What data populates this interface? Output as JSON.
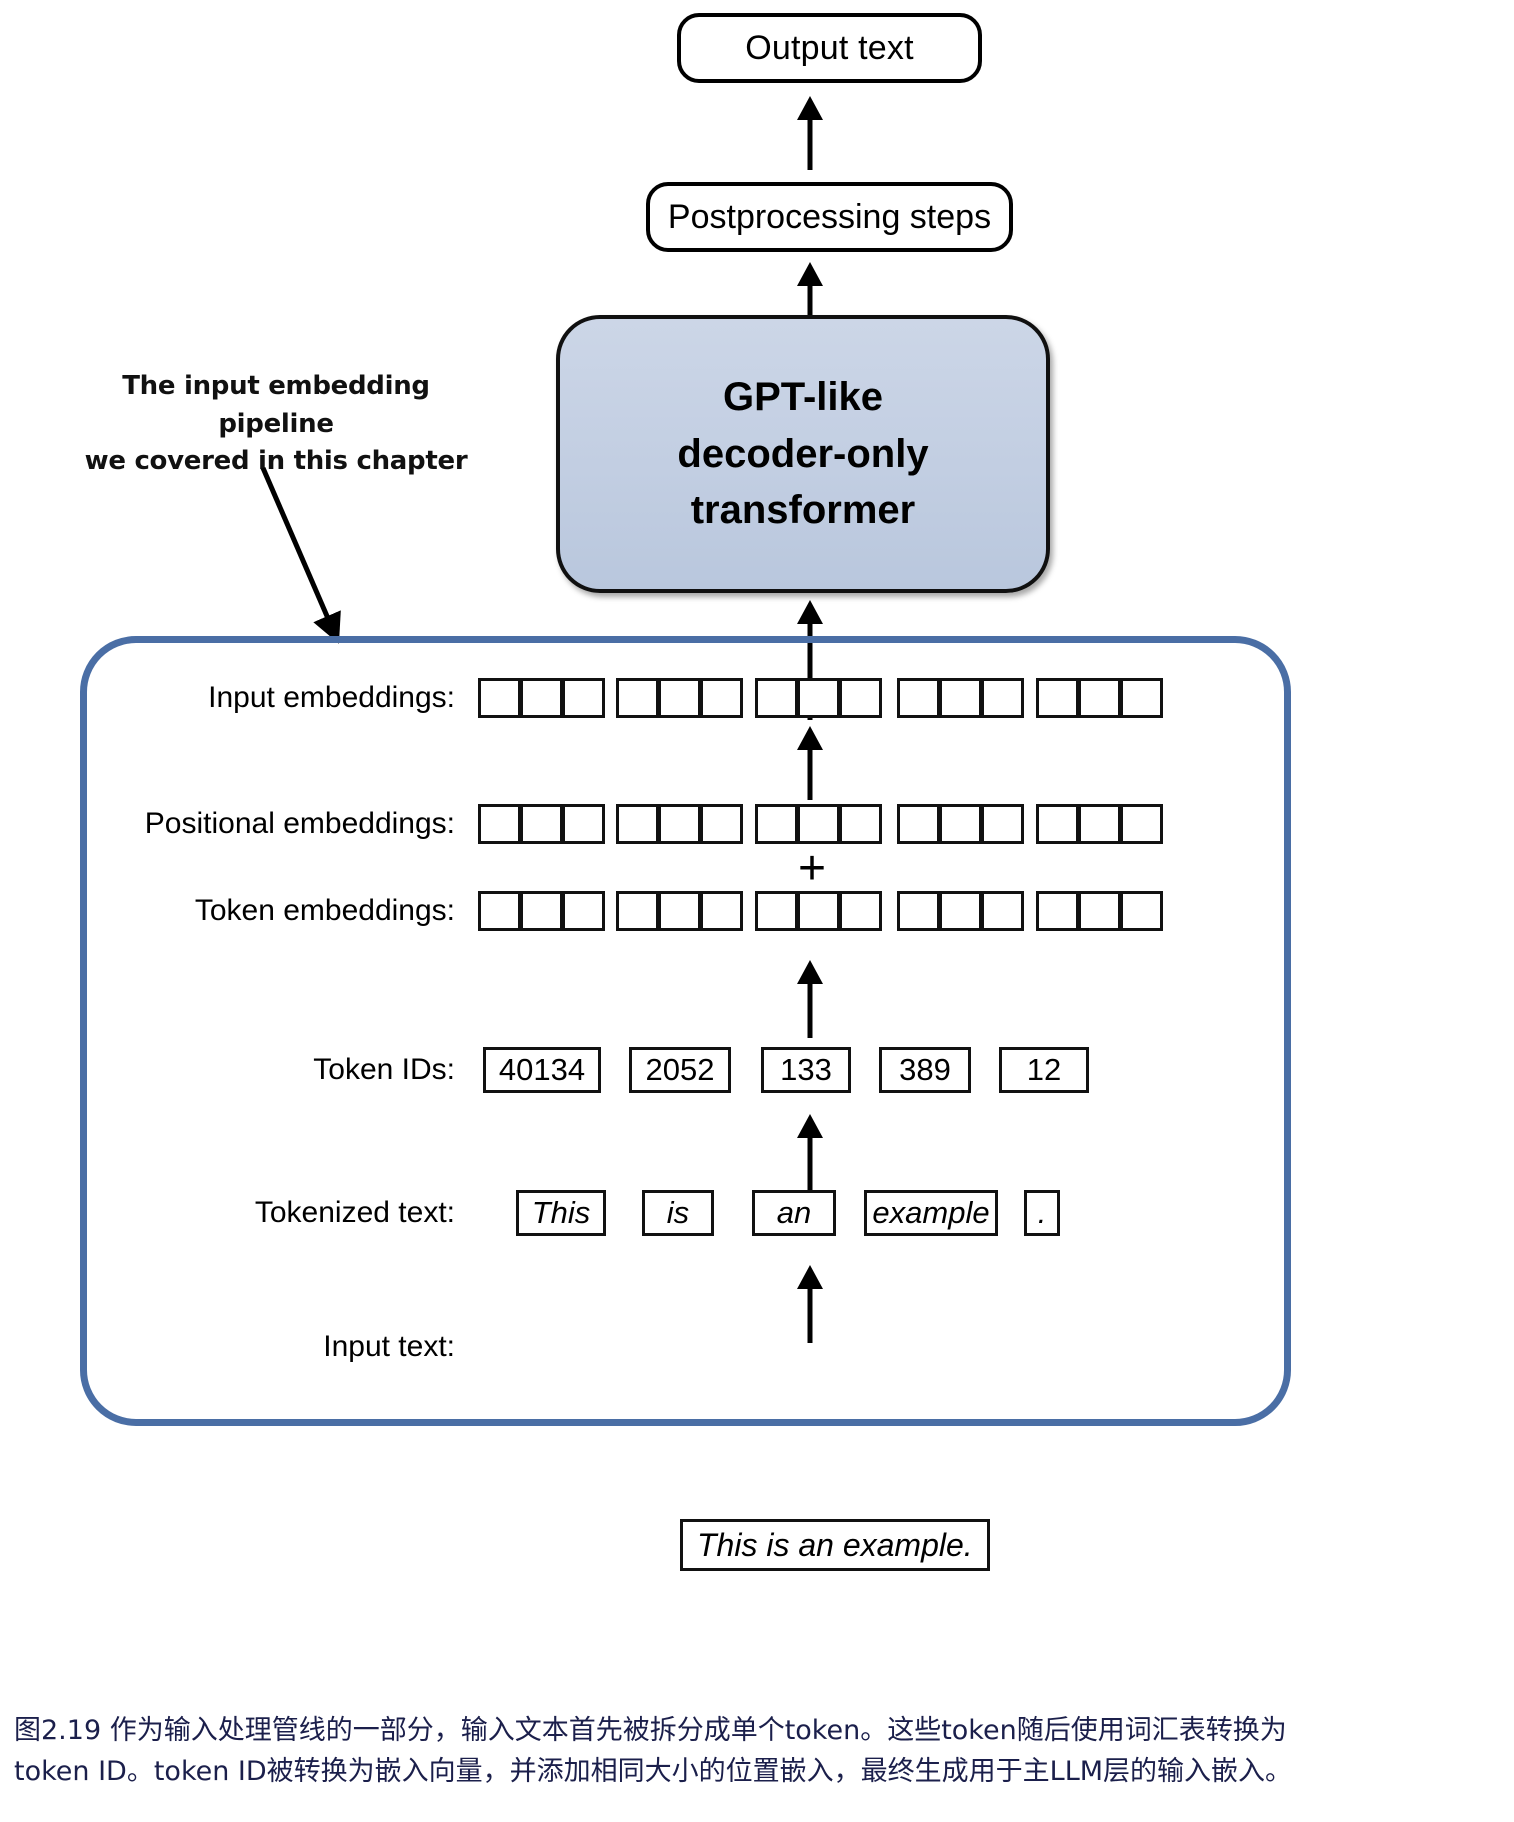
{
  "diagram": {
    "output_text": "Output text",
    "postprocessing": "Postprocessing steps",
    "transformer": "GPT-like\ndecoder-only\ntransformer",
    "callout": "The input embedding pipeline\nwe covered in this chapter",
    "plus": "+",
    "rows": {
      "input_embeddings_label": "Input embeddings:",
      "positional_embeddings_label": "Positional embeddings:",
      "token_embeddings_label": "Token embeddings:",
      "token_ids_label": "Token IDs:",
      "tokenized_text_label": "Tokenized text:",
      "input_text_label": "Input text:"
    },
    "token_ids": [
      "40134",
      "2052",
      "133",
      "389",
      "12"
    ],
    "tokenized_text": [
      "This",
      "is",
      "an",
      "example",
      "."
    ],
    "input_text": "This is an example.",
    "embedding_cells_per_group": 3,
    "embedding_groups": 5,
    "colors": {
      "transformer_fill": "#c5d0e2",
      "pipeline_border": "#4a6ea5",
      "caption_text": "#1b1f4b",
      "stroke": "#111111"
    }
  },
  "caption": {
    "line1": "图2.19 作为输入处理管线的一部分，输入文本首先被拆分成单个token。这些token随后使用词汇表转换为",
    "line2": "token ID。token ID被转换为嵌入向量，并添加相同大小的位置嵌入，最终生成用于主LLM层的输入嵌入。"
  }
}
